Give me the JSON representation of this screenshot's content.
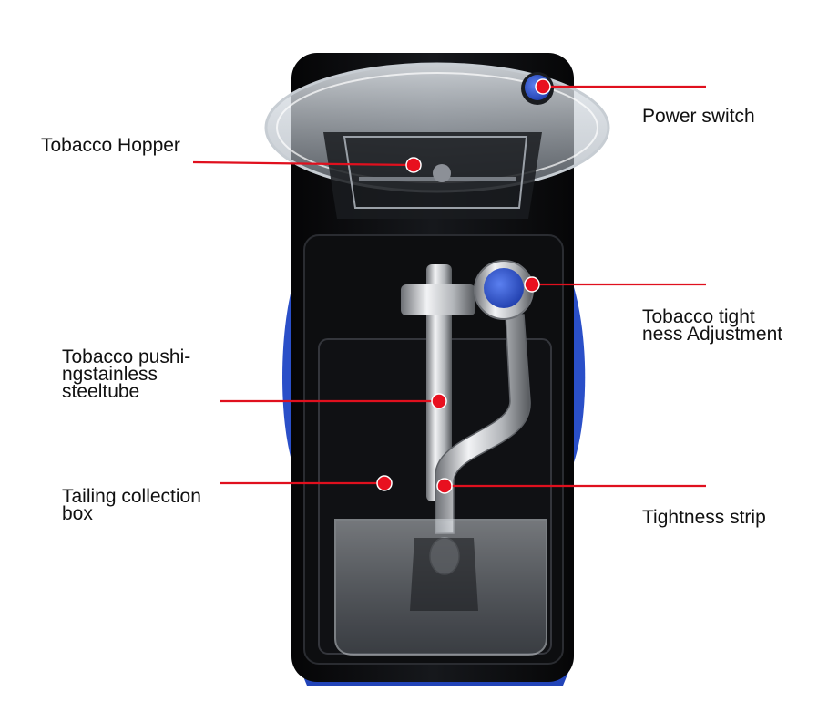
{
  "labels": {
    "power_switch": "Power switch",
    "tobacco_hopper": "Tobacco Hopper",
    "tightness_adjustment": "Tobacco tight\nness Adjustment",
    "pushing_tube": "Tobacco pushi-\nngstainless\nsteeltube",
    "tailing_box": "Tailing collection\nbox",
    "tightness_strip": "Tightness strip"
  },
  "colors": {
    "leader_line": "#e0101e",
    "body": "#0c0d10",
    "accent_blue": "#2f57d6"
  }
}
